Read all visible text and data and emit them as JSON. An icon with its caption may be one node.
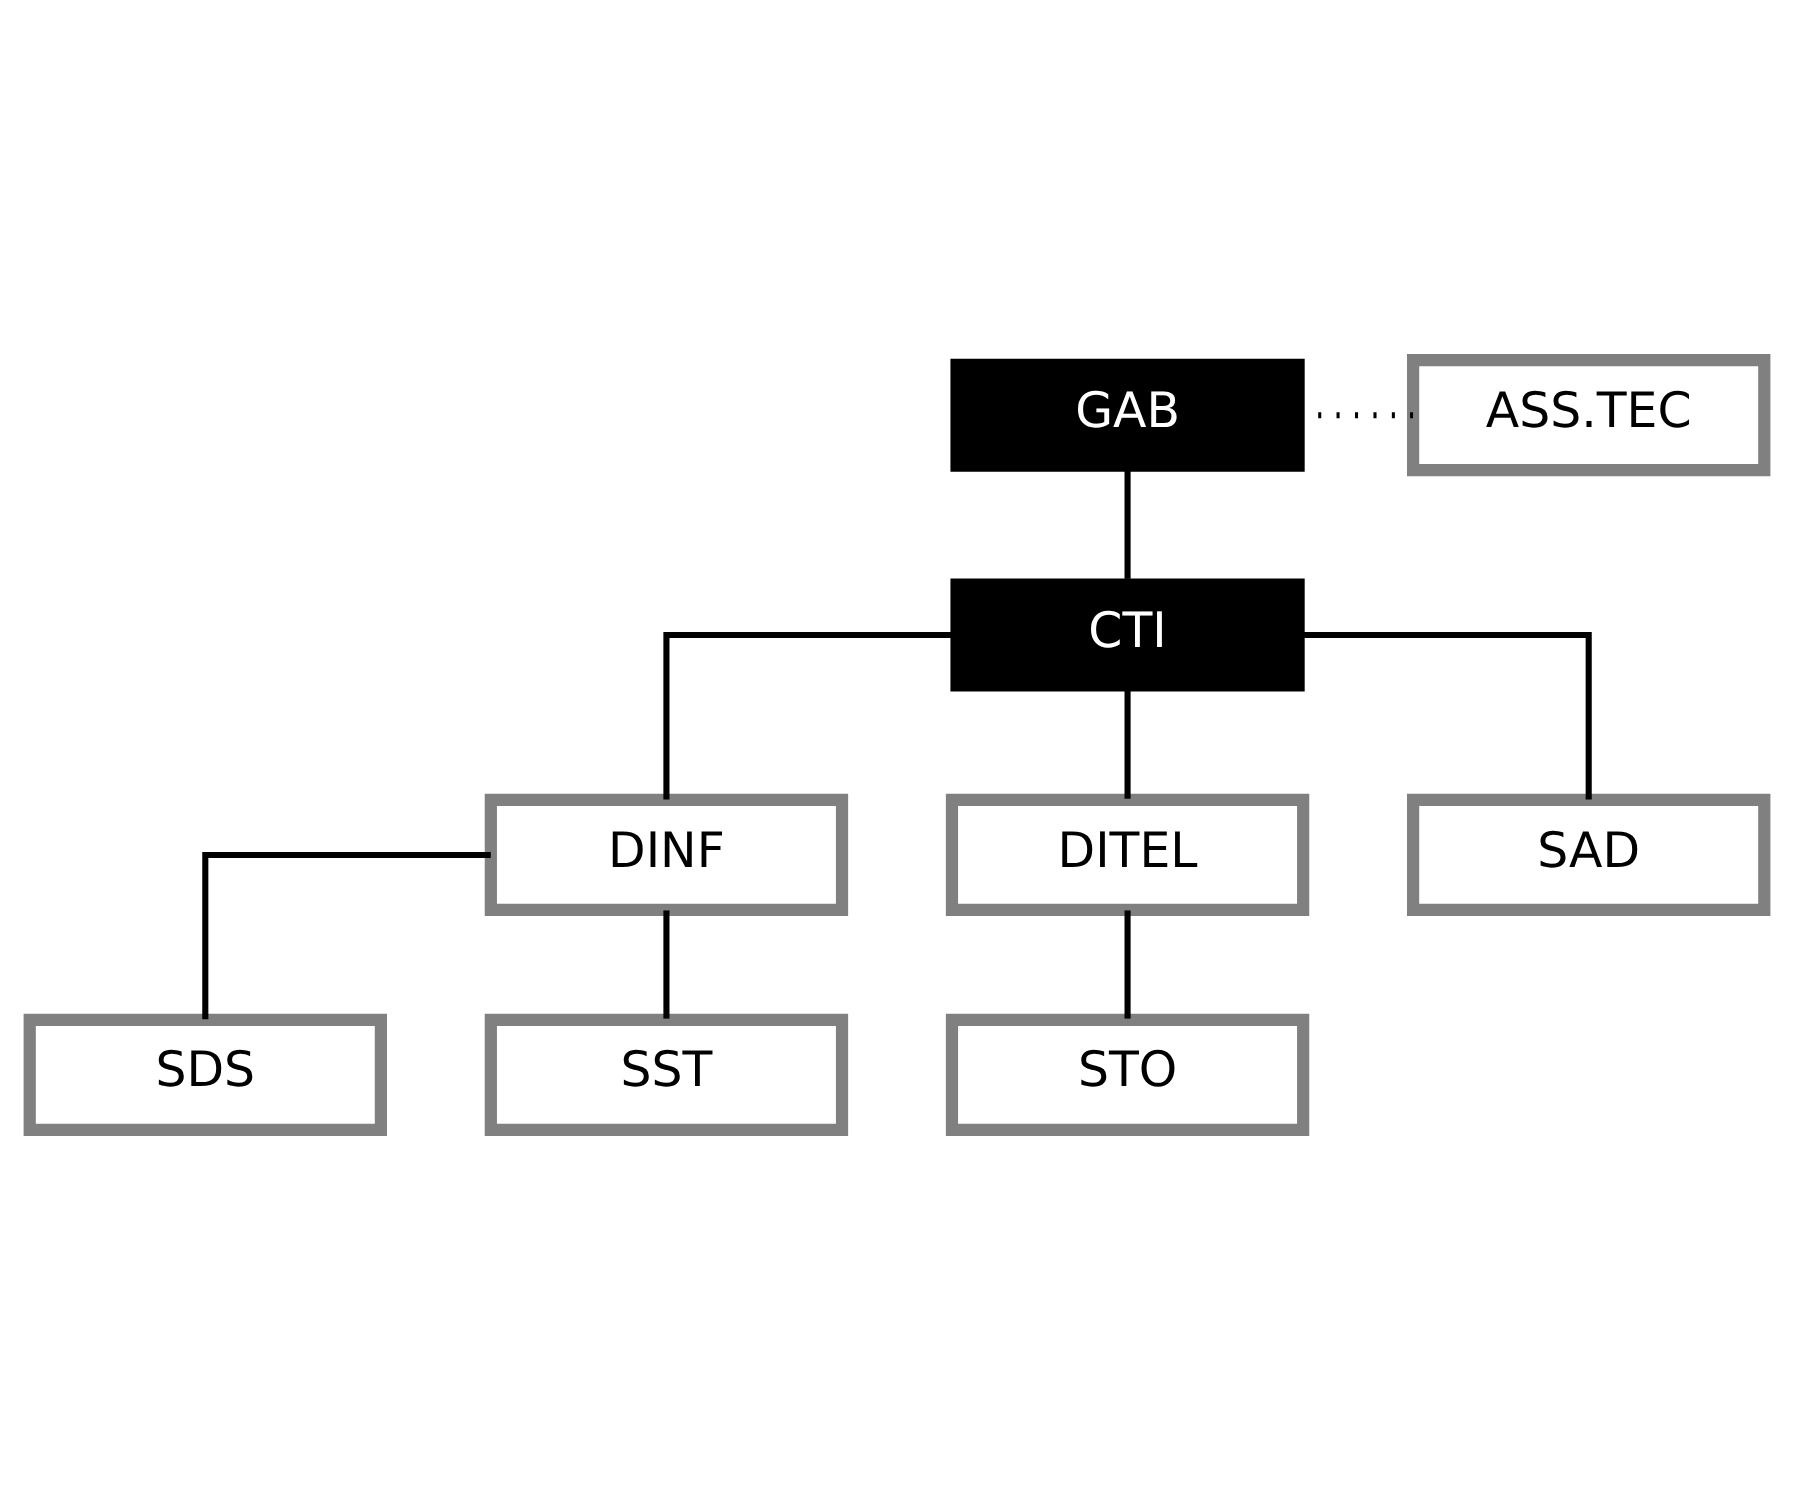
{
  "diagram": {
    "nodes": [
      {
        "text": [
          "GAB"
        ]
      },
      {
        "text": [
          "ASS.TEC"
        ]
      },
      {
        "text": [
          "CTI"
        ]
      },
      {
        "text": [
          "DINF"
        ]
      },
      {
        "text": [
          "DITEL"
        ]
      },
      {
        "text": [
          "SDS"
        ]
      },
      {
        "text": [
          "SST"
        ]
      },
      {
        "text": [
          "STO"
        ]
      },
      {
        "text": [
          "SAD"
        ]
      }
    ],
    "edges": [
      {
        "from": 0,
        "to": 2,
        "arrow": "none"
      },
      {
        "from": 1,
        "to": 0,
        "arrow": "none",
        "style": "dashed"
      },
      {
        "from": 2,
        "to": 3,
        "arrow": "none"
      },
      {
        "from": 2,
        "to": 8,
        "arrow": "none"
      },
      {
        "from": 2,
        "to": 4,
        "arrow": "none"
      },
      {
        "from": 3,
        "to": 5,
        "arrow": "none"
      },
      {
        "from": 3,
        "to": 6,
        "arrow": "none"
      },
      {
        "from": 4,
        "to": 7,
        "arrow": "none"
      }
    ]
  }
}
